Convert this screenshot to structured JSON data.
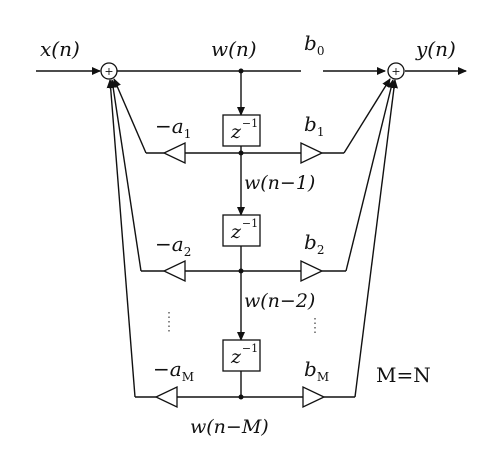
{
  "signals": {
    "input": "x(n)",
    "output": "y(n)",
    "w0": "w(n)",
    "w1": "w(n−1)",
    "w2": "w(n−2)",
    "wM": "w(n−M)"
  },
  "coefficients": {
    "b0": "b",
    "b0_sub": "0",
    "b1": "b",
    "b1_sub": "1",
    "b2": "b",
    "b2_sub": "2",
    "bM": "b",
    "bM_sub": "M",
    "a1": "−a",
    "a1_sub": "1",
    "a2": "−a",
    "a2_sub": "2",
    "aM": "−a",
    "aM_sub": "M"
  },
  "delay": {
    "base": "z",
    "exp": "−1"
  },
  "sum_symbol": "+",
  "note": {
    "text": "M=N",
    "color": "#b01010"
  }
}
